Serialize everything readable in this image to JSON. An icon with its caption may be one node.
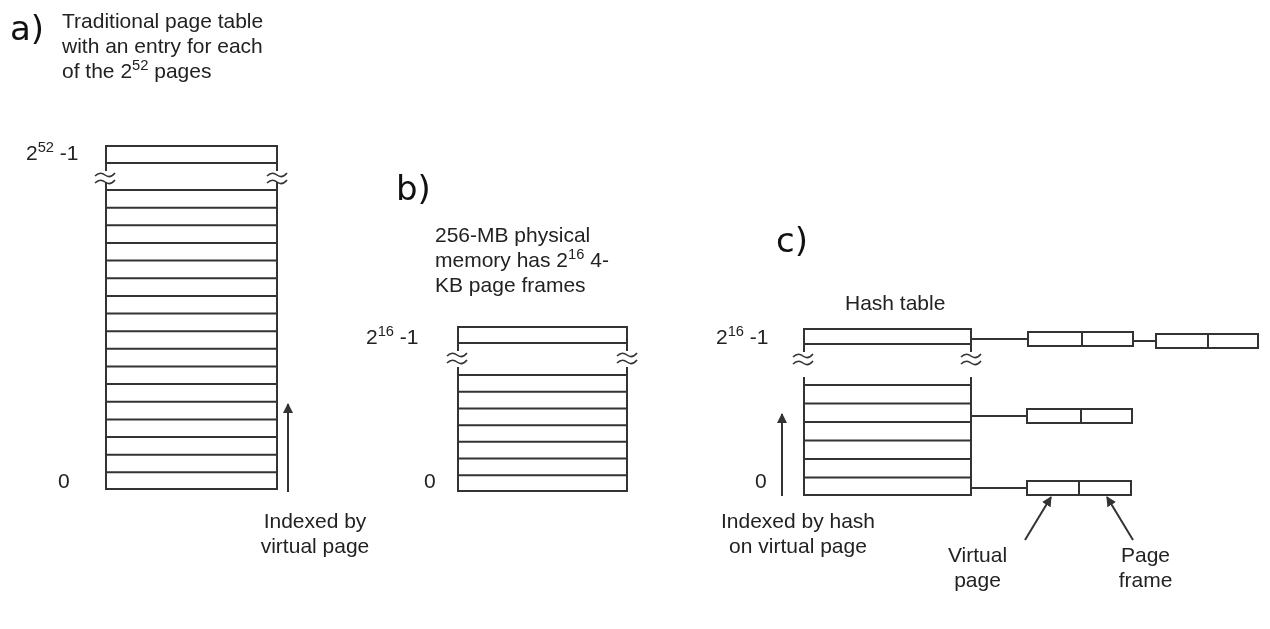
{
  "diagram": {
    "nodes": [
      {
        "text": [
          "Traditional page table with an entry for each of the 2$^{52}$ pages"
        ]
      },
      {
        "text": [
          "256-MB physical memory has 2$^{16}$ 4-KB page frames"
        ]
      },
      {
        "text": [
          "Hash table"
        ]
      },
      {
        "text": [],
        "shape": "box"
      },
      {
        "text": [],
        "shape": "box"
      },
      {
        "text": [],
        "shape": "box"
      },
      {
        "text": [],
        "shape": "box"
      },
      {
        "text": [],
        "shape": "box",
        "in": 6
      },
      {
        "text": [],
        "shape": "box",
        "in": 6
      },
      {
        "text": [
          "Virtual page"
        ]
      },
      {
        "text": [
          "Page frame"
        ]
      }
    ],
    "edges": [
      {
        "from": 2,
        "to": 3,
        "arrow": "none"
      },
      {
        "from": 3,
        "to": 4,
        "arrow": "none"
      },
      {
        "from": 2,
        "to": 5,
        "arrow": "none"
      },
      {
        "from": 2,
        "to": 6,
        "arrow": "none"
      },
      {
        "from": 9,
        "to": 7,
        "arrow": "to"
      },
      {
        "from": 10,
        "to": 8,
        "arrow": "to"
      }
    ],
    "labels": [
      "a)",
      "2$^{52}$ -1",
      "0",
      "Indexed by virtual page",
      "b)",
      "2$^{16}$ -1",
      "0",
      "c)",
      "2$^{16}$ -1",
      "0",
      "Indexed by hash on virtual page"
    ]
  }
}
